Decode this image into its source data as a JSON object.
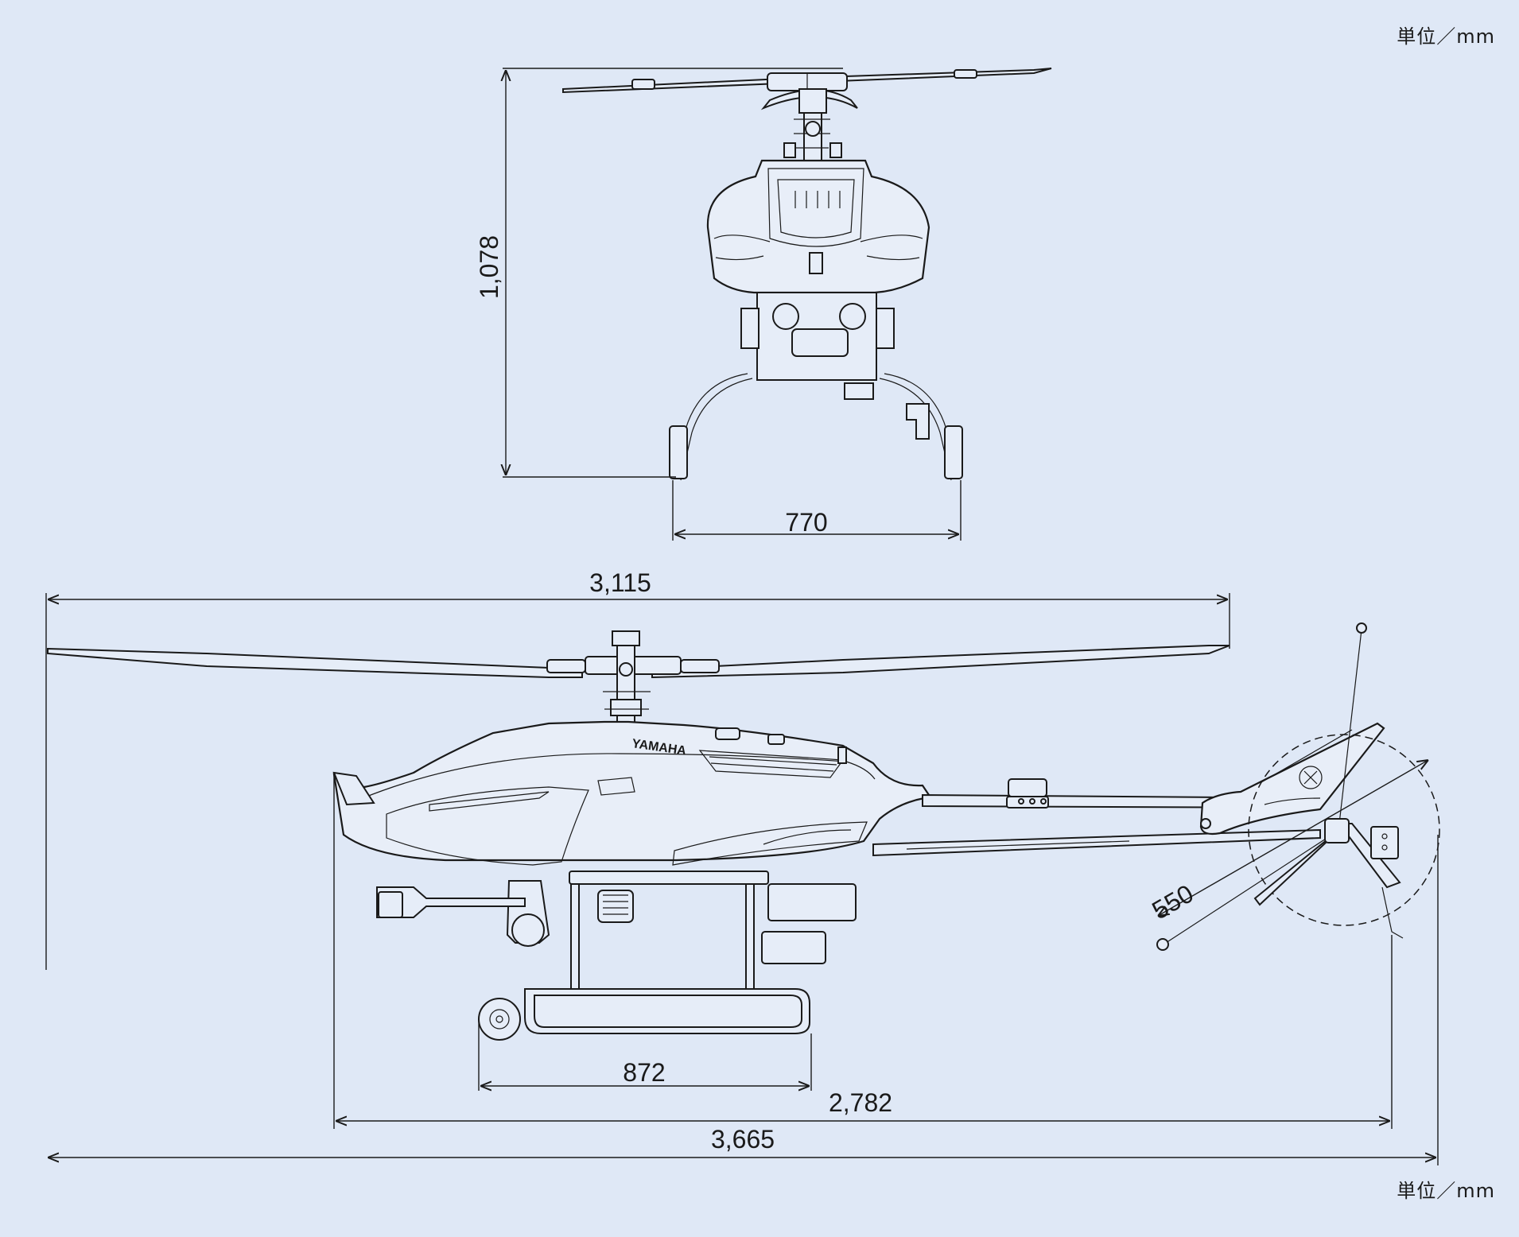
{
  "units": {
    "top": "単位／mm",
    "bottom": "単位／mm"
  },
  "dimensions": {
    "height": "1,078",
    "tread": "770",
    "rotor_diameter": "3,115",
    "skid_length": "872",
    "body_length": "2,782",
    "overall_length": "3,665",
    "tail_rotor_diameter": "550"
  },
  "branding": {
    "maker": "YAMAHA"
  },
  "colors": {
    "background": "#dfe8f6",
    "line": "#1a1a1a"
  }
}
